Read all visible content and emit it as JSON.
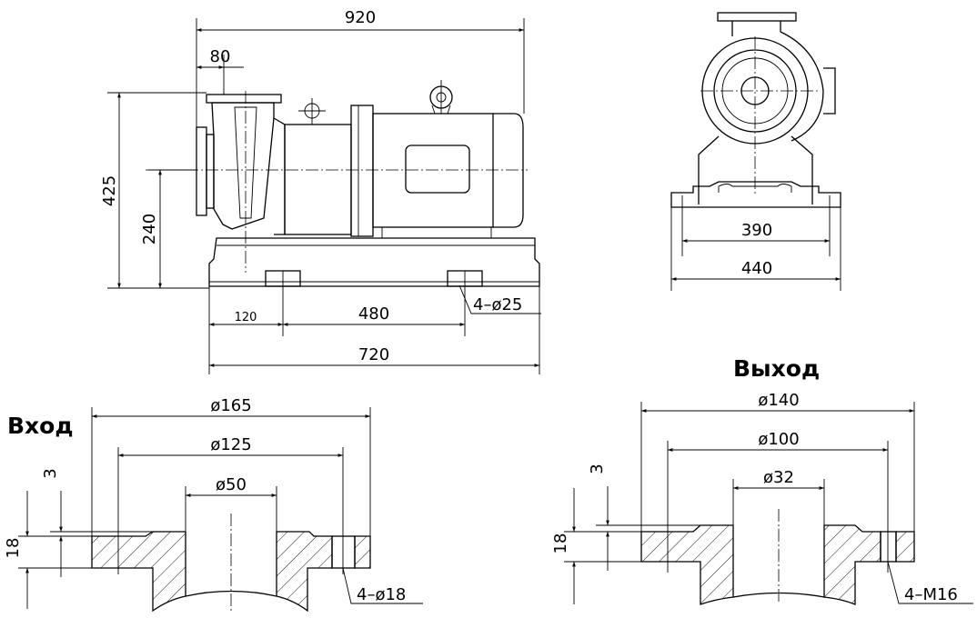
{
  "titles": {
    "inlet": "Вход",
    "outlet": "Выход"
  },
  "side_view": {
    "overall_length": "920",
    "flange_offset": "80",
    "height_total": "425",
    "height_axis": "240",
    "bolt_offset": "120",
    "bolt_spacing": "480",
    "base_length": "720",
    "bolt_holes": "4–ø25"
  },
  "end_view": {
    "bolt_spacing": "390",
    "base_width": "440"
  },
  "inlet_flange": {
    "outer_d": "ø165",
    "bolt_circle": "ø125",
    "bore": "ø50",
    "raised_face": "3",
    "thickness": "18",
    "holes": "4–ø18"
  },
  "outlet_flange": {
    "outer_d": "ø140",
    "bolt_circle": "ø100",
    "bore": "ø32",
    "raised_face": "3",
    "thickness": "18",
    "holes": "4–M16"
  }
}
